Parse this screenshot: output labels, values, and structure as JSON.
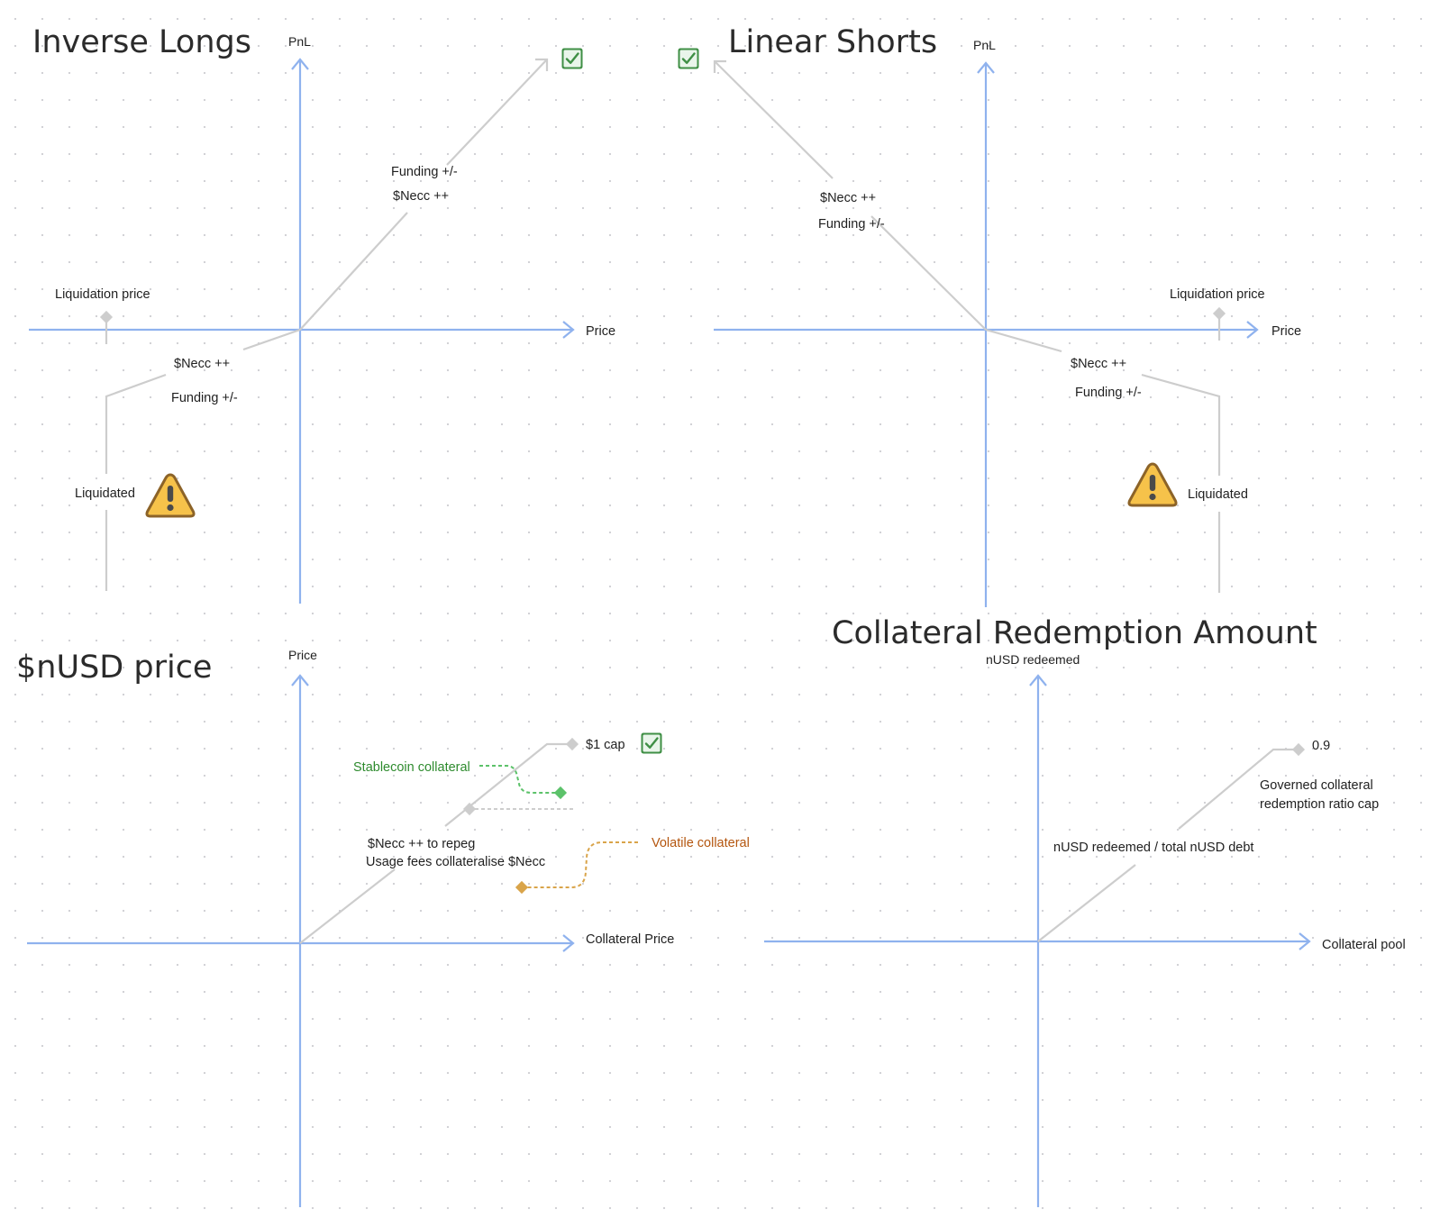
{
  "inverse_longs": {
    "title": "Inverse Longs",
    "y_axis": "PnL",
    "x_axis": "Price",
    "upper_funding": "Funding +/-",
    "upper_necc": "$Necc ++",
    "liquidation_price": "Liquidation price",
    "lower_necc": "$Necc ++",
    "lower_funding": "Funding +/-",
    "liquidated": "Liquidated"
  },
  "linear_shorts": {
    "title": "Linear Shorts",
    "y_axis": "PnL",
    "x_axis": "Price",
    "upper_necc": "$Necc ++",
    "upper_funding": "Funding +/-",
    "liquidation_price": "Liquidation price",
    "lower_necc": "$Necc ++",
    "lower_funding": "Funding +/-",
    "liquidated": "Liquidated"
  },
  "nusd_price": {
    "title": "$nUSD price",
    "y_axis": "Price",
    "x_axis": "Collateral Price",
    "cap": "$1 cap",
    "stablecoin": "Stablecoin collateral",
    "repeg": "$Necc ++ to repeg",
    "usage_fees": "Usage fees collateralise $Necc",
    "volatile": "Volatile collateral"
  },
  "collateral_redemption": {
    "title": "Collateral Redemption Amount",
    "y_axis": "nUSD redeemed",
    "x_axis": "Collateral pool",
    "cap_value": "0.9",
    "cap_line1": "Governed collateral",
    "cap_line2": "redemption ratio cap",
    "ratio": "nUSD redeemed / total nUSD debt"
  },
  "icons": {
    "check": "white-check-mark-icon",
    "warning": "warning-sign-icon"
  },
  "colors": {
    "axis": "#8fb2ee",
    "connector": "#cdcdcd",
    "stablecoin": "#2e8b2e",
    "stablecoin_marker": "#5cc26a",
    "volatile": "#b4560f",
    "volatile_marker": "#d9a44a",
    "check_bg": "#4caf50",
    "warning_fill": "#f6c24a"
  }
}
